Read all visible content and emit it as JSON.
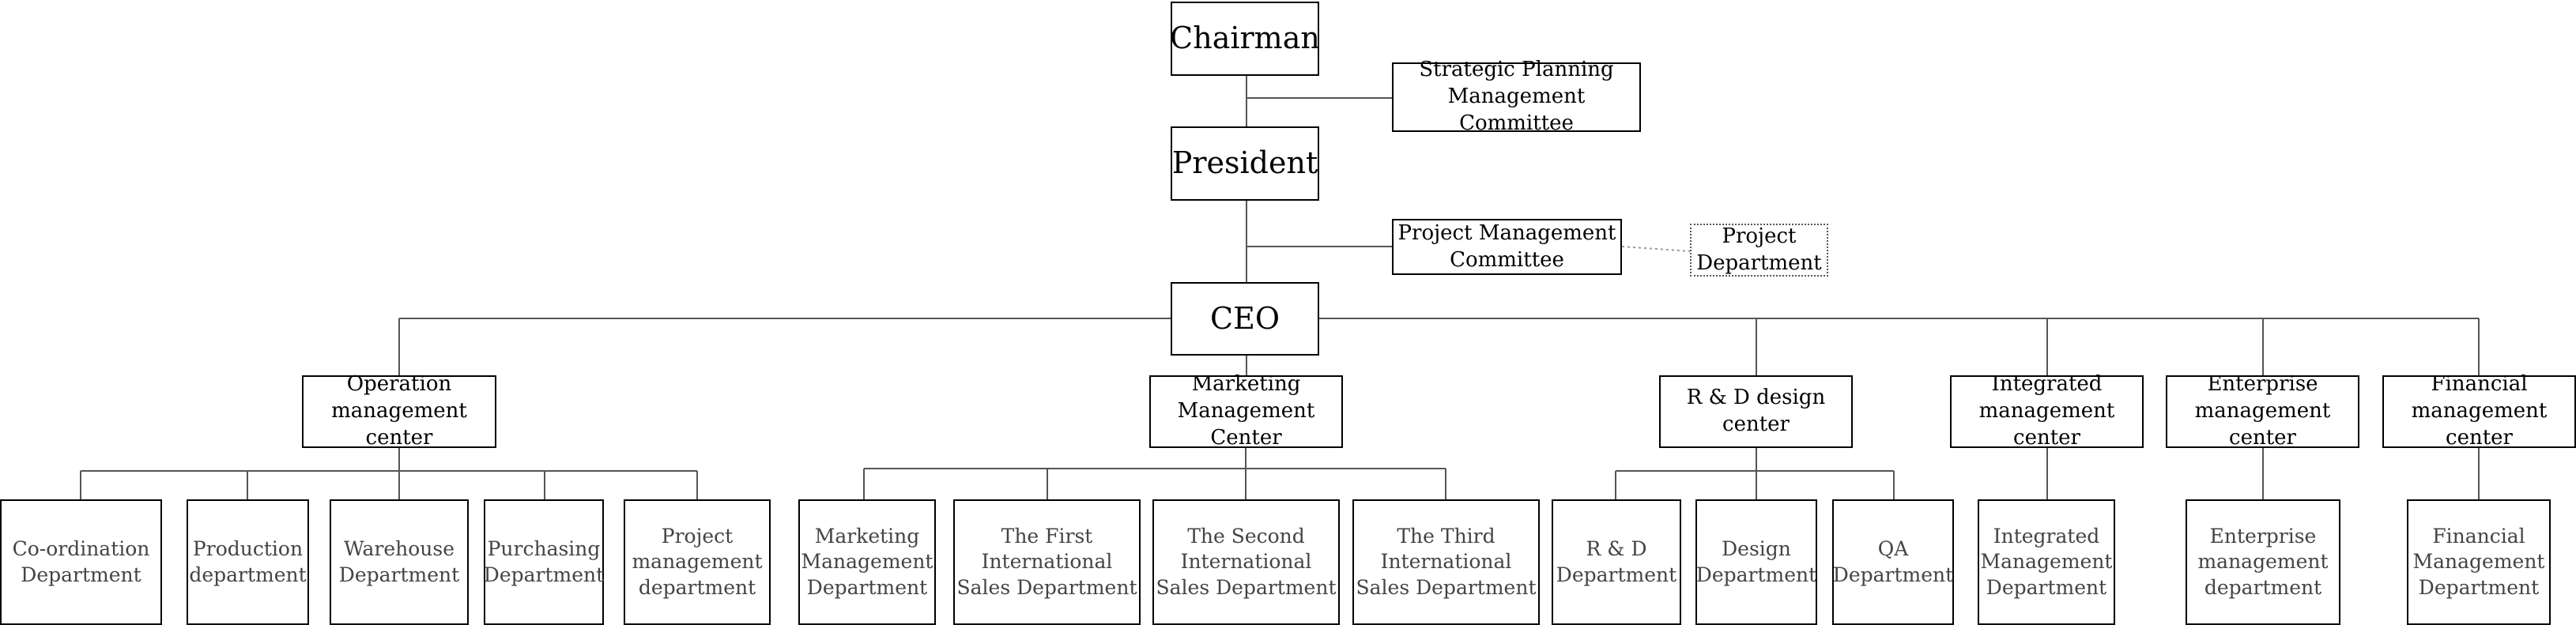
{
  "diagram": {
    "chairman": "Chairman",
    "strategic_committee": "Strategic Planning\nManagement Committee",
    "president": "President",
    "project_committee": "Project Management\nCommittee",
    "project_department": "Project\nDepartment",
    "ceo": "CEO",
    "centers": {
      "operation": "Operation\nmanagement center",
      "marketing": "Marketing\nManagement Center",
      "rnd": "R & D design\ncenter",
      "integrated": "Integrated\nmanagement center",
      "enterprise": "Enterprise\nmanagement center",
      "financial": "Financial\nmanagement center"
    },
    "departments": {
      "coordination": "Co-ordination\nDepartment",
      "production": "Production\ndepartment",
      "warehouse": "Warehouse\nDepartment",
      "purchasing": "Purchasing\nDepartment",
      "project_mgmt": "Project\nmanagement\ndepartment",
      "marketing_mgmt": "Marketing\nManagement\nDepartment",
      "first_intl_sales": "The First\nInternational\nSales Department",
      "second_intl_sales": "The Second\nInternational\nSales Department",
      "third_intl_sales": "The Third\nInternational\nSales Department",
      "rnd_dept": "R & D\nDepartment",
      "design_dept": "Design\nDepartment",
      "qa_dept": "QA\nDepartment",
      "integrated_dept": "Integrated\nManagement\nDepartment",
      "enterprise_dept": "Enterprise\nmanagement\ndepartment",
      "financial_dept": "Financial\nManagement\nDepartment"
    }
  }
}
